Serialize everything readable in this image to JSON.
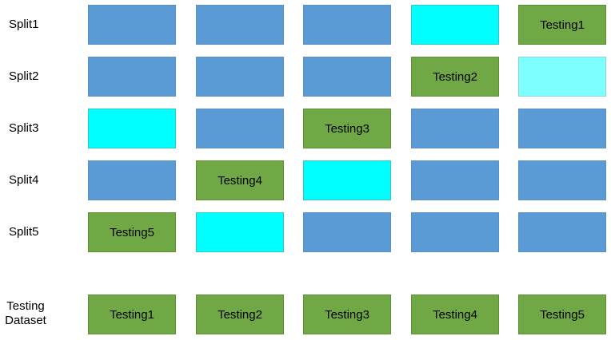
{
  "rows": [
    {
      "label": "Split1",
      "cells": [
        {
          "kind": "train",
          "text": ""
        },
        {
          "kind": "train",
          "text": ""
        },
        {
          "kind": "train",
          "text": ""
        },
        {
          "kind": "val",
          "text": ""
        },
        {
          "kind": "test",
          "text": "Testing1"
        }
      ]
    },
    {
      "label": "Split2",
      "cells": [
        {
          "kind": "train",
          "text": ""
        },
        {
          "kind": "train",
          "text": ""
        },
        {
          "kind": "train",
          "text": ""
        },
        {
          "kind": "test",
          "text": "Testing2"
        },
        {
          "kind": "val-light",
          "text": ""
        }
      ]
    },
    {
      "label": "Split3",
      "cells": [
        {
          "kind": "val",
          "text": ""
        },
        {
          "kind": "train",
          "text": ""
        },
        {
          "kind": "test",
          "text": "Testing3"
        },
        {
          "kind": "train",
          "text": ""
        },
        {
          "kind": "train",
          "text": ""
        }
      ]
    },
    {
      "label": "Split4",
      "cells": [
        {
          "kind": "train",
          "text": ""
        },
        {
          "kind": "test",
          "text": "Testing4"
        },
        {
          "kind": "val",
          "text": ""
        },
        {
          "kind": "train",
          "text": ""
        },
        {
          "kind": "train",
          "text": ""
        }
      ]
    },
    {
      "label": "Split5",
      "cells": [
        {
          "kind": "test",
          "text": "Testing5"
        },
        {
          "kind": "val",
          "text": ""
        },
        {
          "kind": "train",
          "text": ""
        },
        {
          "kind": "train",
          "text": ""
        },
        {
          "kind": "train",
          "text": ""
        }
      ]
    }
  ],
  "dataset": {
    "label_line1": "Testing",
    "label_line2": "Dataset",
    "cells": [
      "Testing1",
      "Testing2",
      "Testing3",
      "Testing4",
      "Testing5"
    ]
  },
  "colors": {
    "train": "#5b9bd5",
    "validation": "#00ffff",
    "validation_light": "#7dffff",
    "test": "#70a845"
  }
}
